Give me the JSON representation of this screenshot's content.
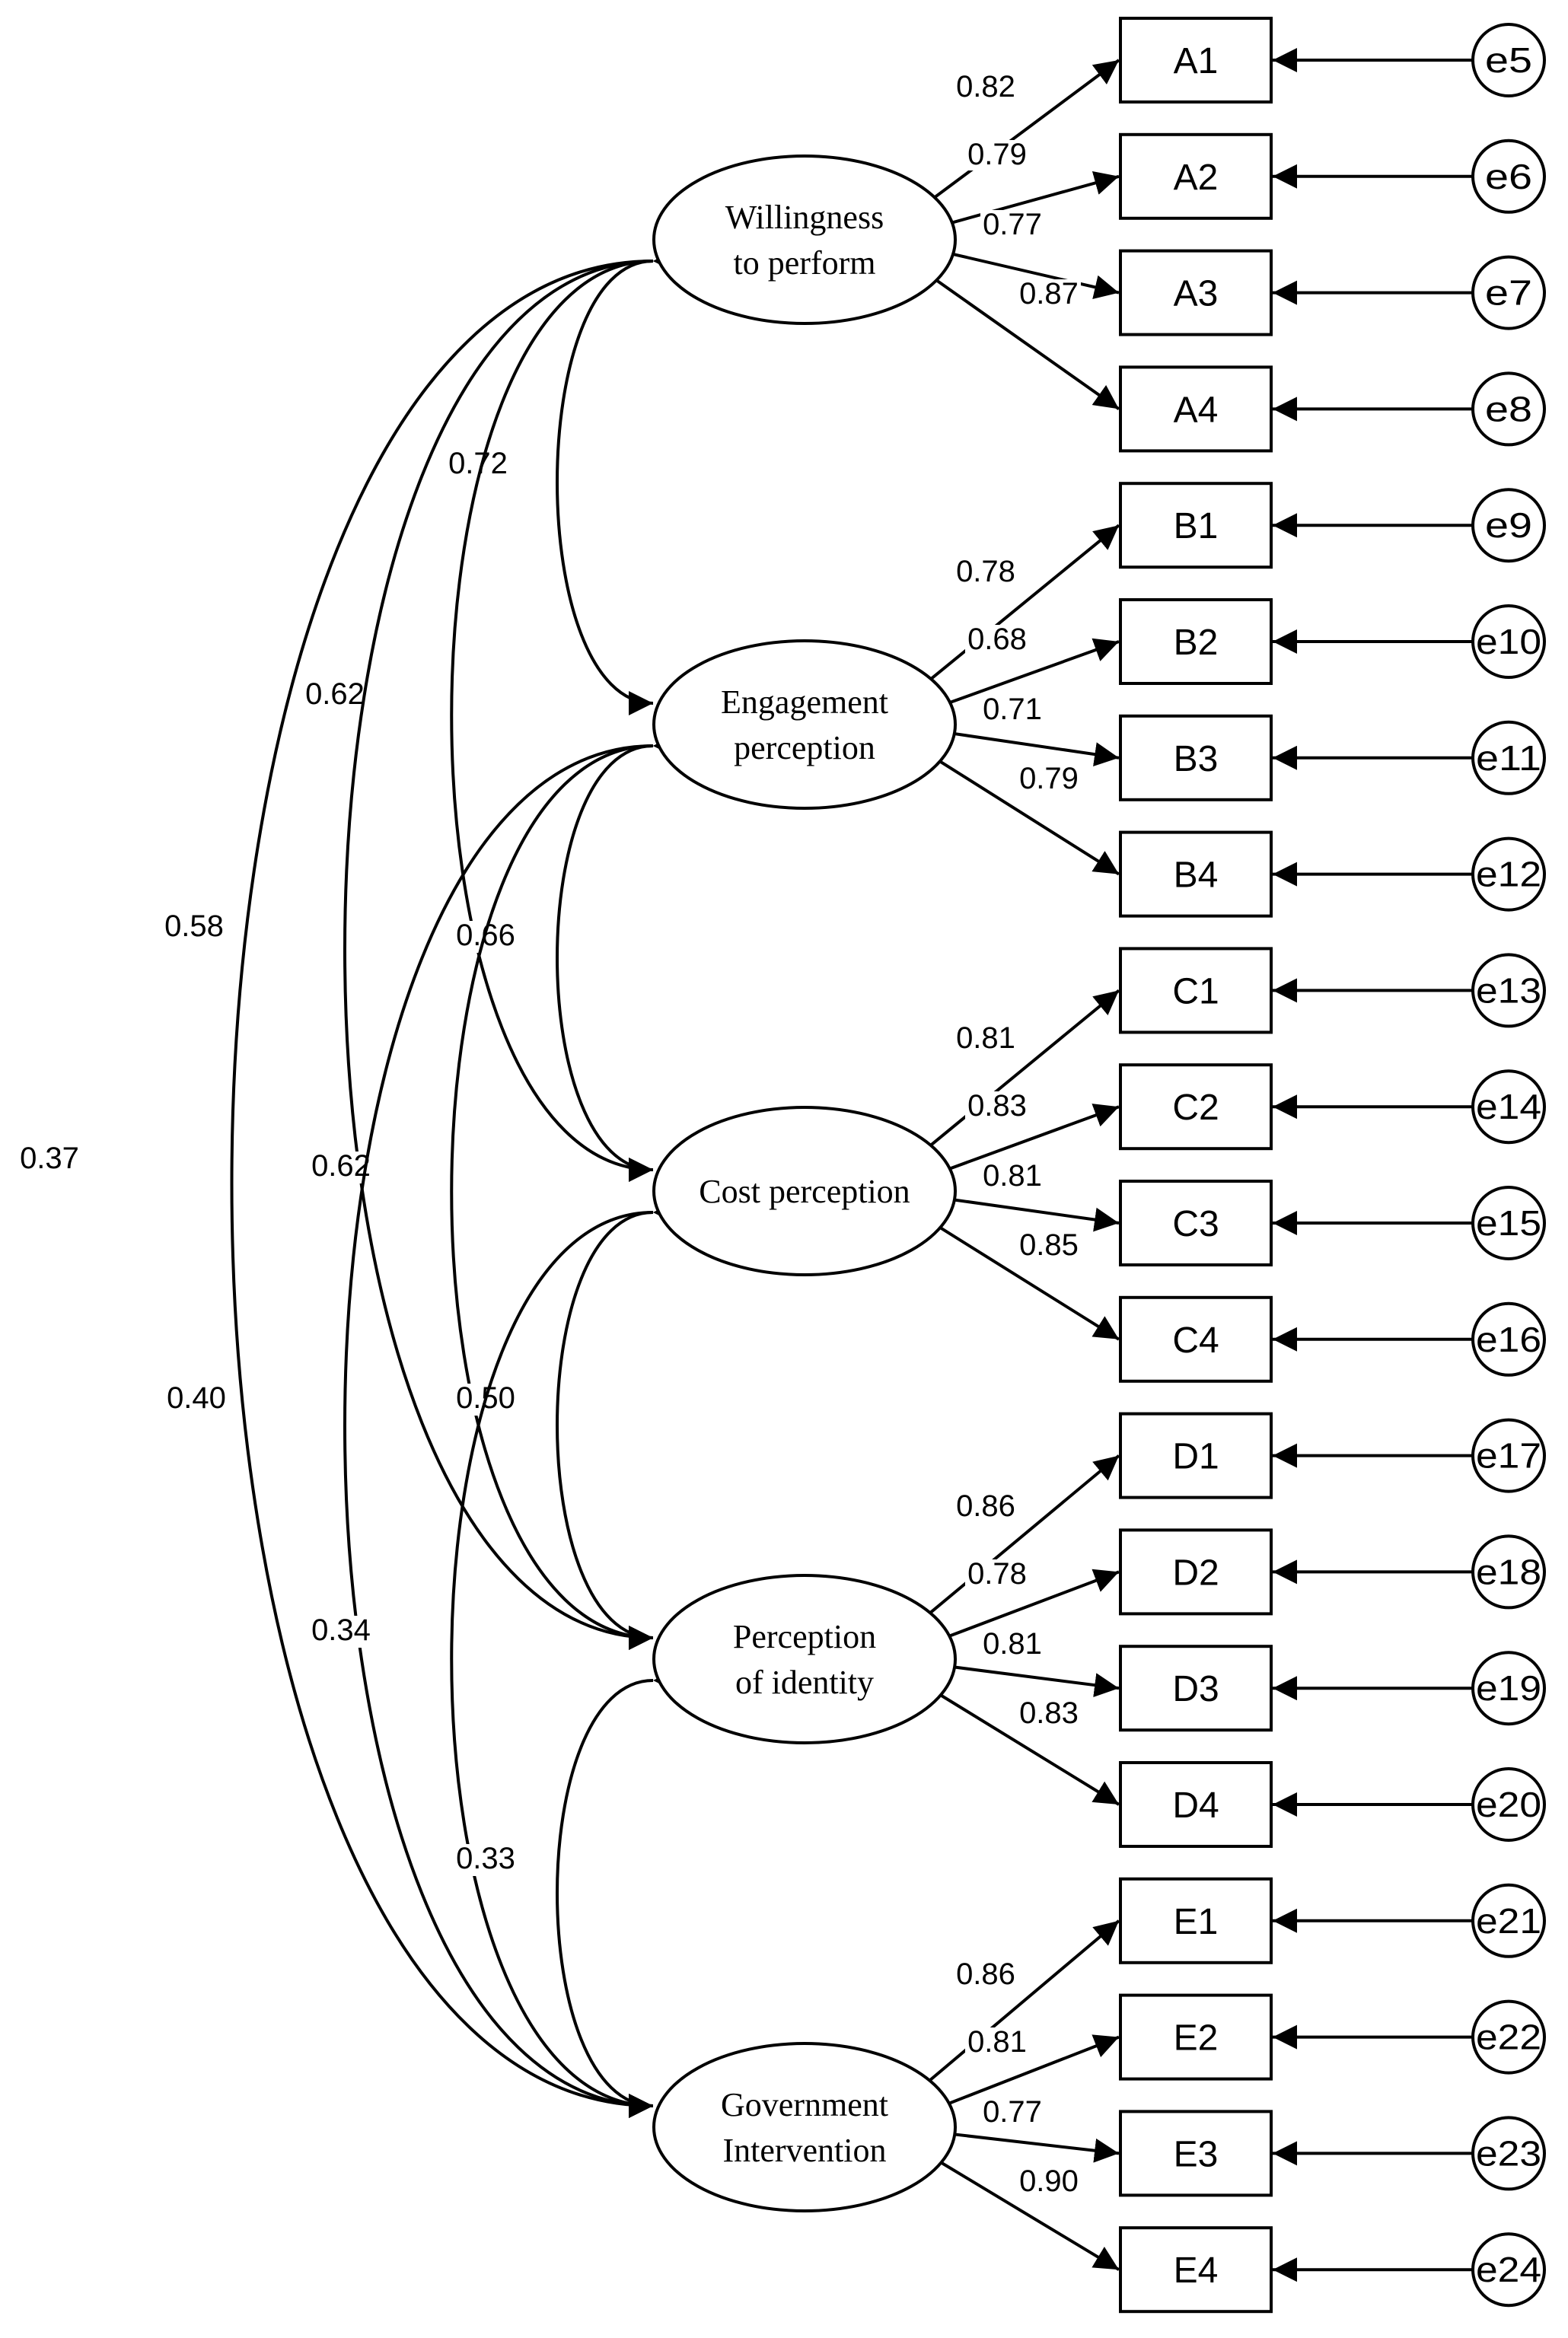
{
  "latents": [
    {
      "id": "L1",
      "lines": [
        "Willingness",
        "to perform"
      ]
    },
    {
      "id": "L2",
      "lines": [
        "Engagement",
        "perception"
      ]
    },
    {
      "id": "L3",
      "lines": [
        "Cost perception"
      ]
    },
    {
      "id": "L4",
      "lines": [
        "Perception",
        "of identity"
      ]
    },
    {
      "id": "L5",
      "lines": [
        "Government",
        "Intervention"
      ]
    }
  ],
  "indicators": [
    {
      "label": "A1",
      "error": "e5",
      "loading": "0.82"
    },
    {
      "label": "A2",
      "error": "e6",
      "loading": "0.79"
    },
    {
      "label": "A3",
      "error": "e7",
      "loading": "0.77"
    },
    {
      "label": "A4",
      "error": "e8",
      "loading": "0.87"
    },
    {
      "label": "B1",
      "error": "e9",
      "loading": "0.78"
    },
    {
      "label": "B2",
      "error": "e10",
      "loading": "0.68"
    },
    {
      "label": "B3",
      "error": "e11",
      "loading": "0.71"
    },
    {
      "label": "B4",
      "error": "e12",
      "loading": "0.79"
    },
    {
      "label": "C1",
      "error": "e13",
      "loading": "0.81"
    },
    {
      "label": "C2",
      "error": "e14",
      "loading": "0.83"
    },
    {
      "label": "C3",
      "error": "e15",
      "loading": "0.81"
    },
    {
      "label": "C4",
      "error": "e16",
      "loading": "0.85"
    },
    {
      "label": "D1",
      "error": "e17",
      "loading": "0.86"
    },
    {
      "label": "D2",
      "error": "e18",
      "loading": "0.78"
    },
    {
      "label": "D3",
      "error": "e19",
      "loading": "0.81"
    },
    {
      "label": "D4",
      "error": "e20",
      "loading": "0.83"
    },
    {
      "label": "E1",
      "error": "e21",
      "loading": "0.86"
    },
    {
      "label": "E2",
      "error": "e22",
      "loading": "0.81"
    },
    {
      "label": "E3",
      "error": "e23",
      "loading": "0.77"
    },
    {
      "label": "E4",
      "error": "e24",
      "loading": "0.90"
    }
  ],
  "correlations": [
    {
      "from": "L1",
      "to": "L2",
      "value": "0.72"
    },
    {
      "from": "L1",
      "to": "L3",
      "value": "0.62"
    },
    {
      "from": "L1",
      "to": "L4",
      "value": "0.58"
    },
    {
      "from": "L1",
      "to": "L5",
      "value": "0.37"
    },
    {
      "from": "L2",
      "to": "L3",
      "value": "0.66"
    },
    {
      "from": "L2",
      "to": "L4",
      "value": "0.62"
    },
    {
      "from": "L2",
      "to": "L5",
      "value": "0.40"
    },
    {
      "from": "L3",
      "to": "L4",
      "value": "0.50"
    },
    {
      "from": "L3",
      "to": "L5",
      "value": "0.34"
    },
    {
      "from": "L4",
      "to": "L5",
      "value": "0.33"
    }
  ]
}
